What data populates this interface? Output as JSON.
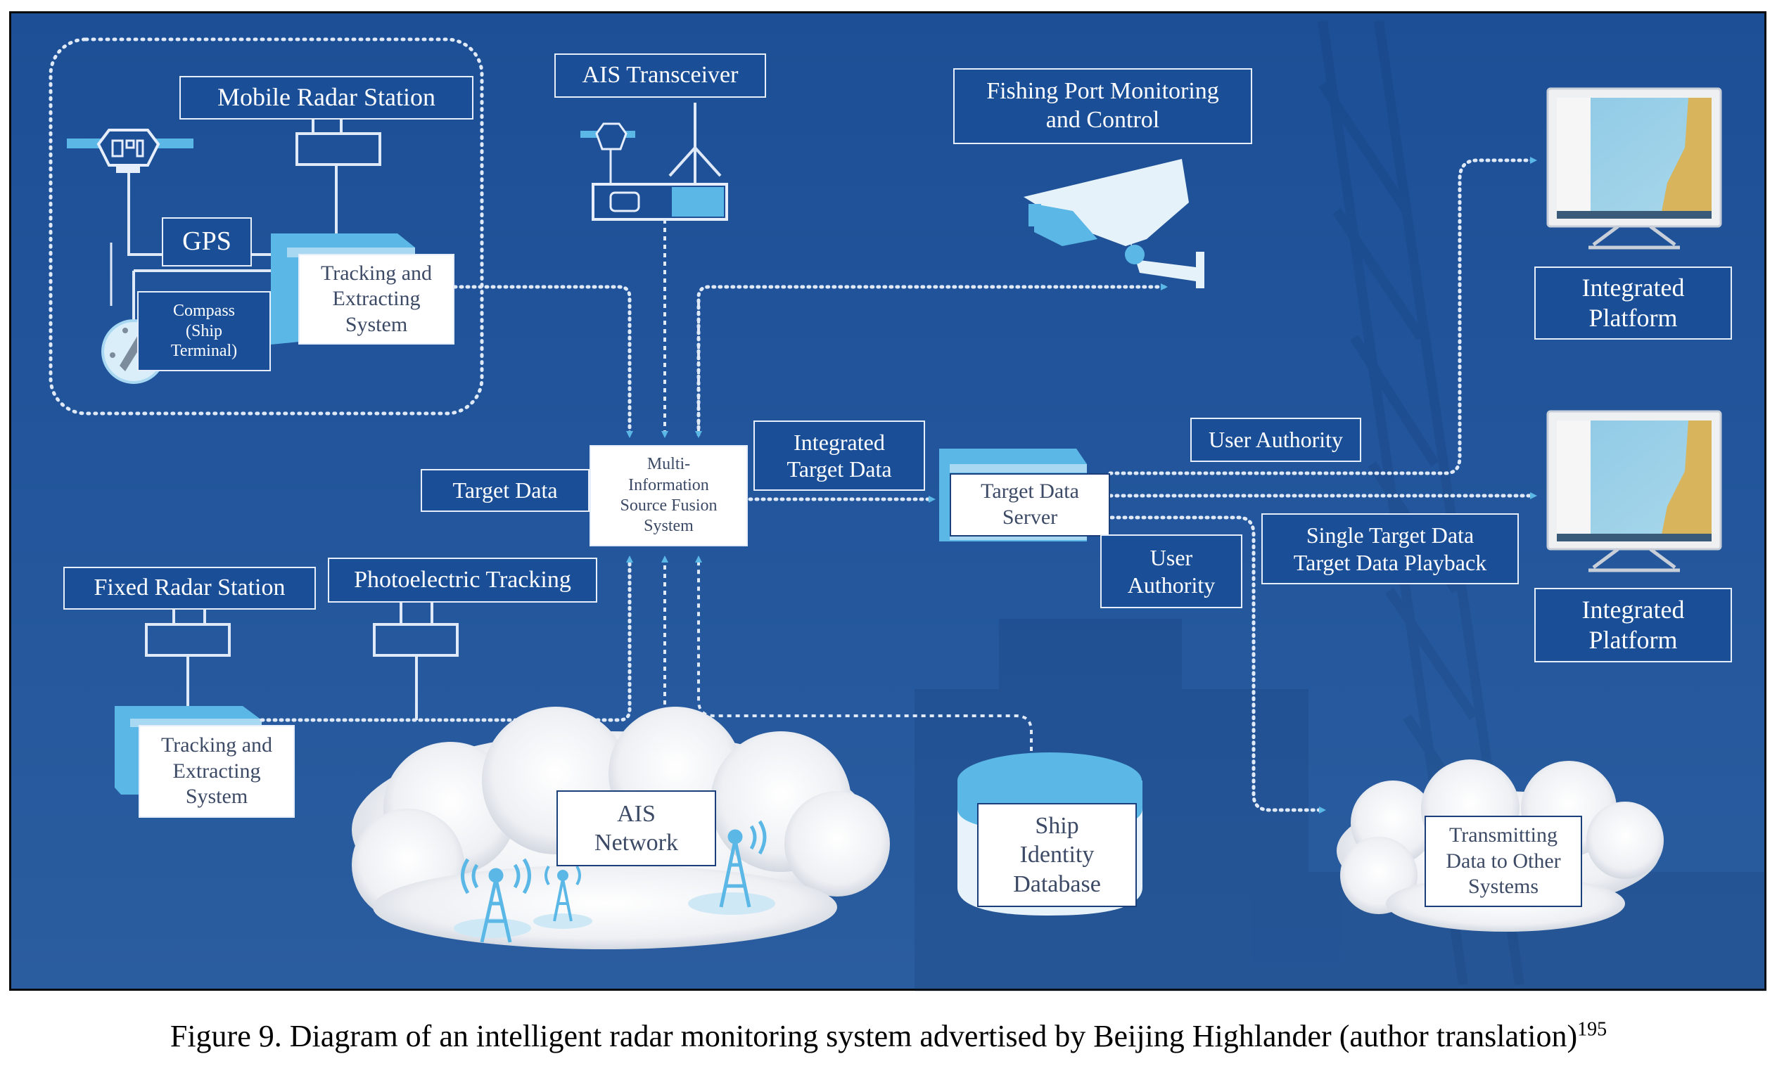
{
  "figure": {
    "caption": "Figure 9. Diagram of an intelligent radar monitoring system advertised by Beijing Highlander (author translation)",
    "caption_footnote": "195"
  },
  "colors": {
    "background_blue": "#22559b",
    "label_box_blue": "#1a4f98",
    "accent_light_blue": "#5bb8e6",
    "connector_white": "#dfe9f7"
  },
  "nodes": {
    "mobile_radar_station": "Mobile Radar Station",
    "gps": "GPS",
    "compass": "Compass\n(Ship\nTerminal)",
    "tracking_top": "Tracking and\nExtracting\nSystem",
    "ais_transceiver": "AIS Transceiver",
    "fishing_port": "Fishing Port Monitoring\nand Control",
    "integrated_platform_1": "Integrated\nPlatform",
    "integrated_platform_2": "Integrated\nPlatform",
    "target_data": "Target Data",
    "fusion_system": "Multi-\nInformation\nSource Fusion\nSystem",
    "integrated_target_data": "Integrated\nTarget Data",
    "target_data_server": "Target Data\nServer",
    "user_authority_top": "User Authority",
    "user_authority_bottom": "User\nAuthority",
    "single_target_data": "Single Target Data\nTarget Data Playback",
    "fixed_radar_station": "Fixed Radar Station",
    "photoelectric_tracking": "Photoelectric Tracking",
    "tracking_bottom": "Tracking and\nExtracting\nSystem",
    "ais_network": "AIS\nNetwork",
    "ship_identity_database": "Ship\nIdentity\nDatabase",
    "transmitting_data": "Transmitting\nData to Other\nSystems"
  },
  "icons": [
    "radar-antenna-icon",
    "compass-icon",
    "ais-transceiver-icon",
    "security-camera-icon",
    "monitor-map-icon",
    "radio-tower-icon",
    "cloud-icon",
    "database-cylinder-icon"
  ]
}
